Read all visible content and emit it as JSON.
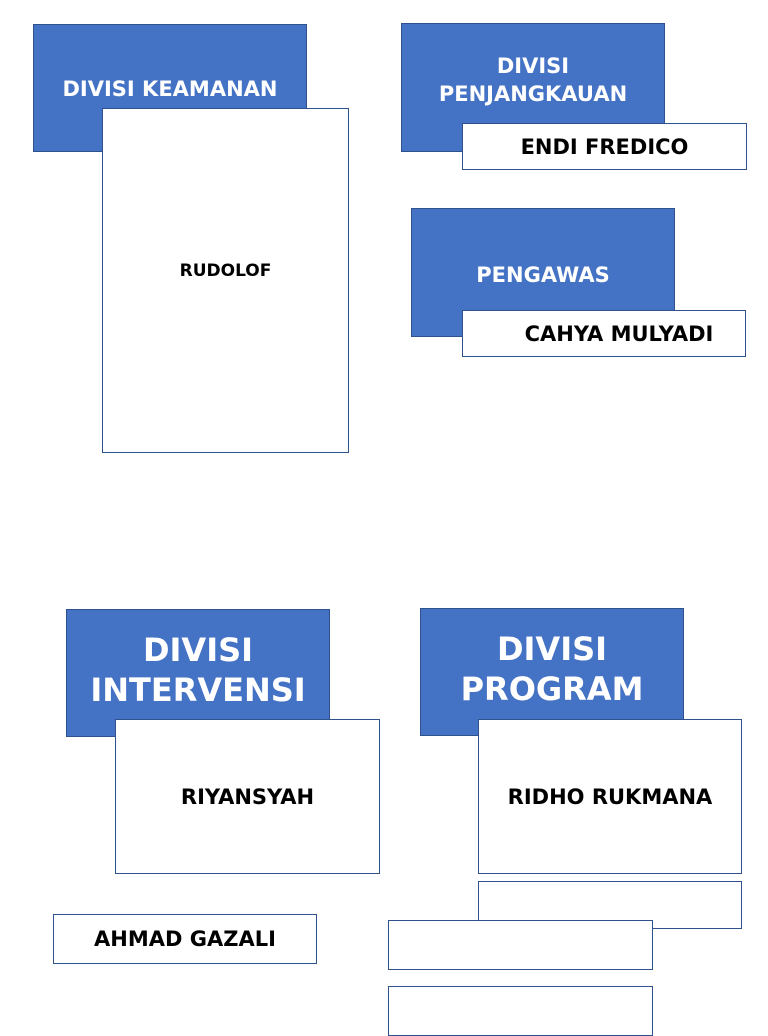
{
  "divisions": {
    "keamanan": {
      "title": "DIVISI KEAMANAN",
      "member": "RUDOLOF"
    },
    "penjangkauan": {
      "title_lines": [
        "DIVISI",
        "PENJANGKAUAN"
      ],
      "member": "ENDI FREDICO"
    },
    "pengawas": {
      "title": "PENGAWAS",
      "member": "CAHYA MULYADI"
    },
    "intervensi": {
      "title_lines": [
        "DIVISI",
        "INTERVENSI"
      ],
      "member": "RIYANSYAH",
      "extra_member": "AHMAD GAZALI"
    },
    "program": {
      "title_lines": [
        "DIVISI",
        "PROGRAM"
      ],
      "member": "RIDHO RUKMANA"
    }
  },
  "colors": {
    "box_fill": "#4472c4",
    "box_border": "#2f528f",
    "text_on_box": "#ffffff"
  }
}
